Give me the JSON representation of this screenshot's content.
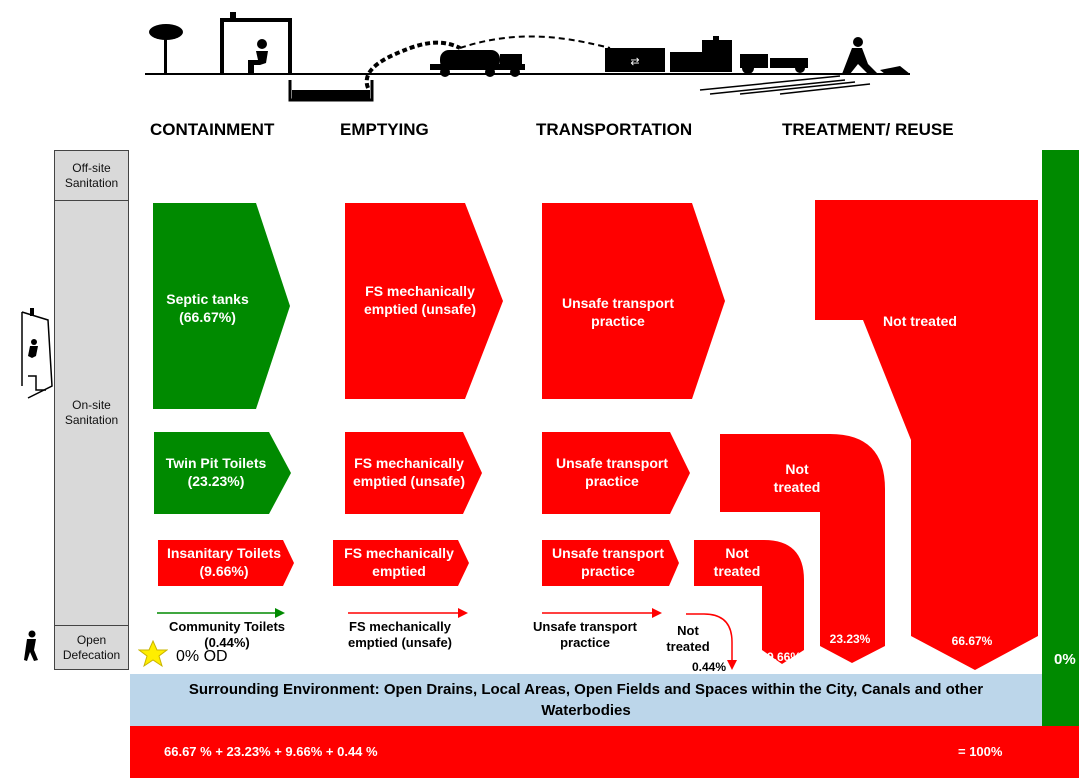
{
  "colors": {
    "green": "#008a00",
    "red": "#ff0000",
    "env": "#bcd6ea",
    "side": "#d9d9d9"
  },
  "stages": {
    "containment": "CONTAINMENT",
    "emptying": "EMPTYING",
    "transportation": "TRANSPORTATION",
    "treatment": "TREATMENT/ REUSE"
  },
  "side": {
    "offsite": "Off-site Sanitation",
    "onsite": "On-site Sanitation",
    "open": "Open Defecation"
  },
  "rows": {
    "septic": {
      "containment": "Septic tanks (66.67%)",
      "emptying": "FS mechanically emptied (unsafe)",
      "transport": "Unsafe transport practice",
      "treatment": "Not treated",
      "percent": "66.67%"
    },
    "twin": {
      "containment": "Twin Pit Toilets (23.23%)",
      "emptying": "FS mechanically emptied (unsafe)",
      "transport": "Unsafe transport practice",
      "treatment": "Not treated",
      "percent": "23.23%"
    },
    "insanitary": {
      "containment": "Insanitary Toilets (9.66%)",
      "emptying": "FS mechanically emptied",
      "transport": "Unsafe transport practice",
      "treatment": "Not treated",
      "percent": "9.66%"
    },
    "community": {
      "containment": "Community Toilets (0.44%)",
      "emptying": "FS mechanically emptied (unsafe)",
      "transport": "Unsafe transport practice",
      "treatment": "Not treated",
      "percent": "0.44%"
    }
  },
  "od_label": "0% OD",
  "right_bar_label": "0%",
  "environment": "Surrounding Environment: Open Drains, Local Areas, Open Fields and Spaces within the City, Canals and other Waterbodies",
  "sum": {
    "formula": "66.67 % + 23.23% + 9.66% + 0.44 %",
    "total": "= 100%"
  }
}
